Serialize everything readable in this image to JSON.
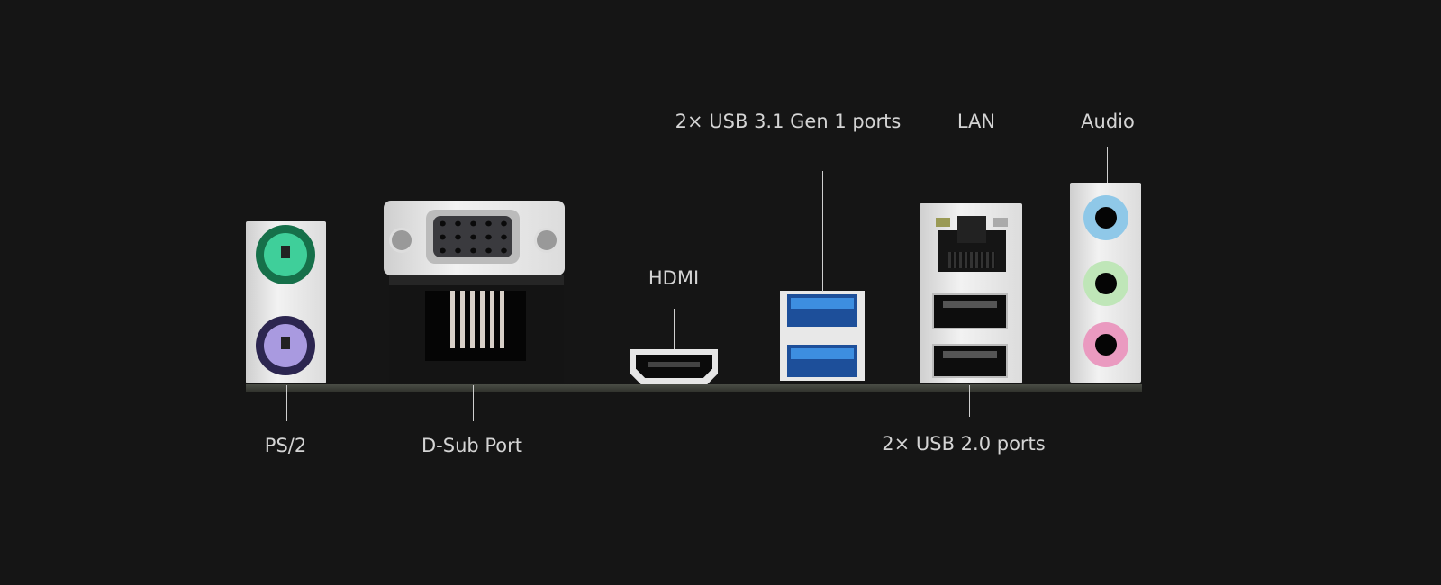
{
  "labels": {
    "ps2": "PS/2",
    "dsub": "D-Sub Port",
    "hdmi": "HDMI",
    "usb31": "2× USB 3.1 Gen 1 ports",
    "lan": "LAN",
    "audio": "Audio",
    "usb20": "2× USB 2.0 ports"
  },
  "colors": {
    "background": "#151515",
    "ps2_keyboard": "#3fcf9a",
    "ps2_mouse": "#a99ae0",
    "usb3_blue": "#3d8ee0",
    "audio_line_in": "#8fc8e8",
    "audio_line_out": "#bfe6b8",
    "audio_mic": "#ea9ac0"
  }
}
